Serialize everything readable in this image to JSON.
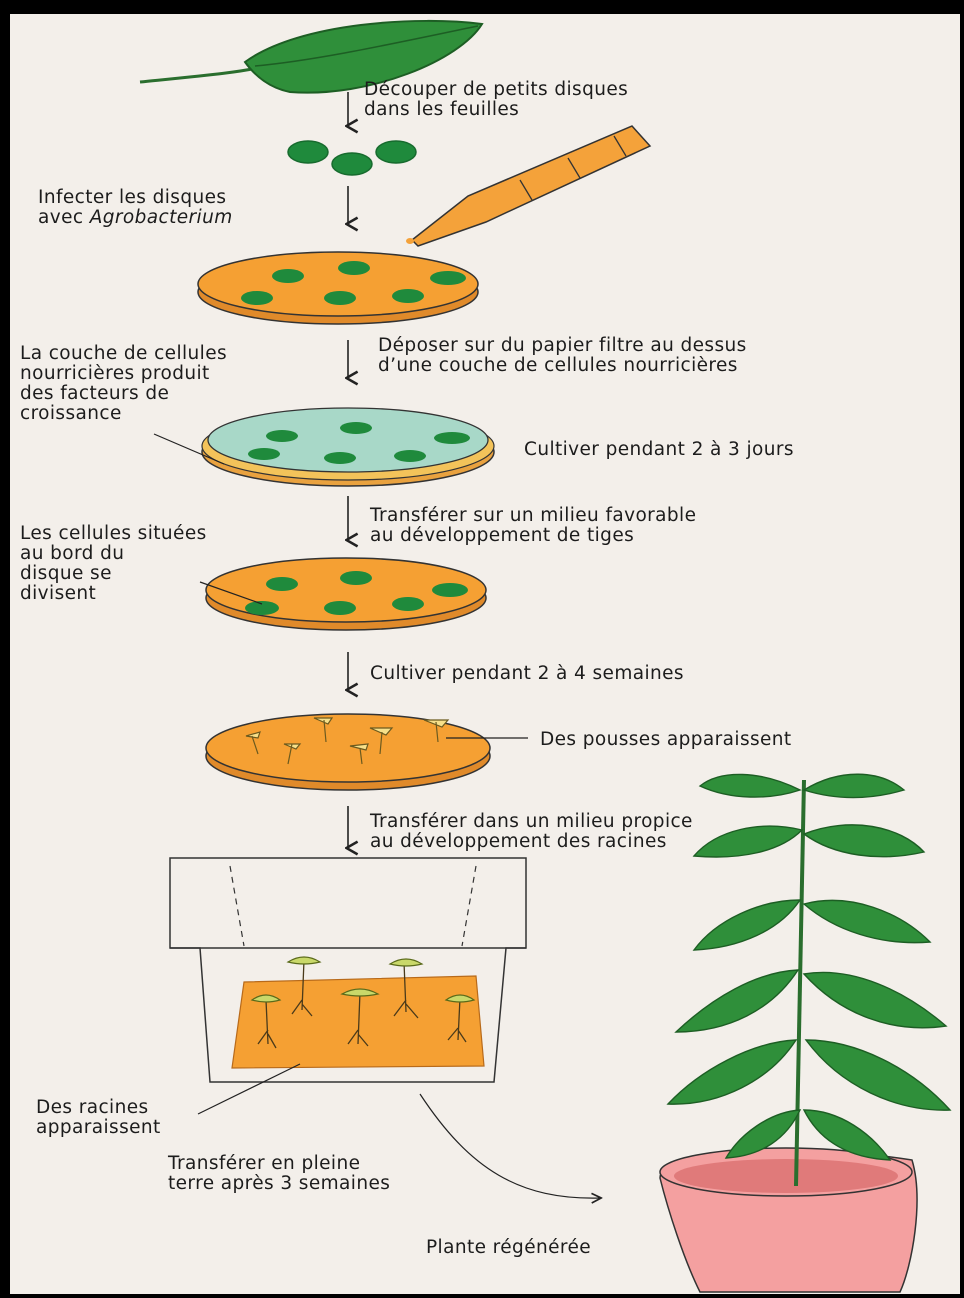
{
  "steps": {
    "cut": "Découper de petits disques\ndans les feuilles",
    "infect_line1": "Infecter les disques",
    "infect_line2_prefix": "avec ",
    "infect_line2_italic": "Agrobacterium",
    "deposit": "Déposer sur du papier filtre au dessus\nd’une couche de cellules nourricières",
    "culture_days": "Cultiver pendant 2 à 3 jours",
    "transfer_stems": "Transférer sur un milieu favorable\nau développement de tiges",
    "culture_weeks": "Cultiver pendant 2 à 4 semaines",
    "transfer_roots": "Transférer dans un milieu propice\nau développement des racines",
    "transfer_soil": "Transférer en pleine\nterre après 3 semaines"
  },
  "annotations": {
    "feeder_cells": "La couche de cellules\nnourricières produit\ndes facteurs de\ncroissance",
    "edge_cells": "Les cellules situées\nau bord du\ndisque se\ndivisent",
    "shoots": "Des pousses apparaissent",
    "roots": "Des racines\napparaissent",
    "plant": "Plante régénérée"
  },
  "colors": {
    "leaf_green": "#2f8f3a",
    "disc_green": "#1f8a3c",
    "medium_orange": "#f5a033",
    "medium_orange_light": "#f7b65a",
    "filter_blue": "#a8d8c8",
    "pipette_orange": "#f4a23a",
    "pot_pink": "#f4a0a0",
    "background": "#f3efea"
  }
}
